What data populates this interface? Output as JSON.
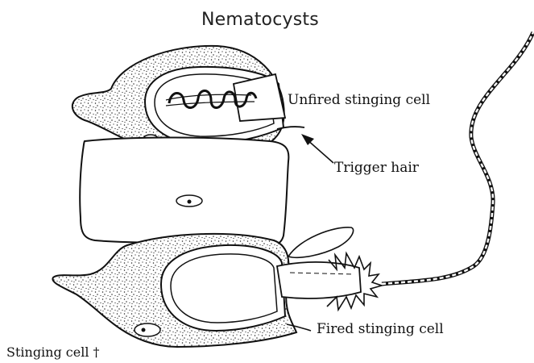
{
  "title": "Nematocysts",
  "labels": {
    "unfired": "Unfired stinging cell",
    "trigger": "Trigger hair",
    "fired": "Fired stinging cell",
    "stinging_cell": "Stinging cell †"
  },
  "colors": {
    "ink": "#111111",
    "background": "#ffffff"
  }
}
